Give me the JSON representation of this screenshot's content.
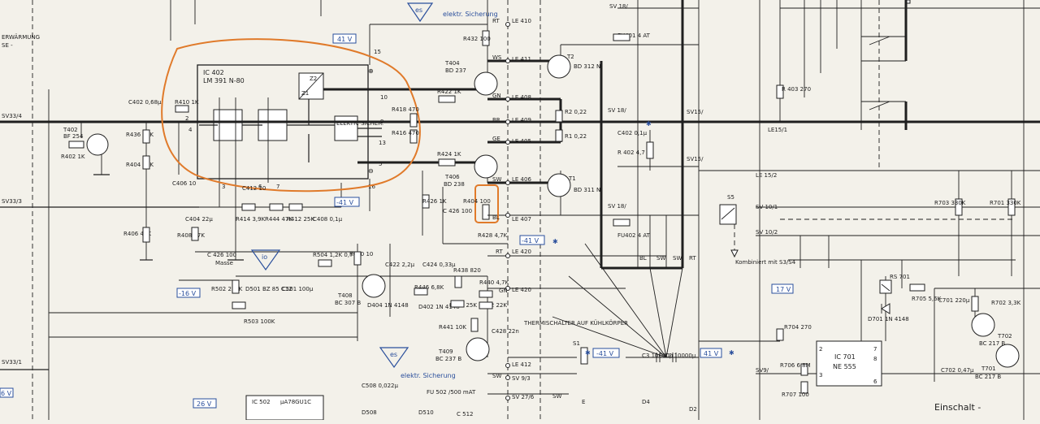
{
  "ic402": {
    "ref": "IC 402",
    "type": "LM 391 N-80",
    "block": "ELEKTR. SICHER."
  },
  "ic701": {
    "ref": "IC 701",
    "type": "NE 555"
  },
  "ic502": {
    "ref": "IC 502",
    "type": "µA78GU1C"
  },
  "voltages": {
    "v41_top": "41 V",
    "v41_neg": "-41 V",
    "v41_mid": "-41 V",
    "v16": "-16 V",
    "v17": "17 V",
    "v41_bottom": "-41 V",
    "v41_pos": "41 V",
    "v26": "26 V",
    "v6": "6 V"
  },
  "triangles": {
    "es_top": "es",
    "io": "io",
    "es_bottom": "es"
  },
  "notes": {
    "elektr_sicherung_top": "elektr. Sicherung",
    "elektr_sicherung_bottom": "elektr. Sicherung",
    "thermo": "THERMISCHALTER AUF KÜHLKÖRPER",
    "einschalt": "Einschalt -",
    "kombiniert": "Kombiniert mit S3/S4",
    "erwarmung": "ERWÄRMUNG",
    "se": "SE -"
  },
  "connectors": {
    "sv33_4": "SV33/4",
    "sv33_3": "SV33/3",
    "sv33_1": "SV33/1",
    "sv18_top": "SV 18/",
    "sv18_mid": "SV 18/",
    "sv18_bot": "SV 18/",
    "sv15_1": "SV15/",
    "sv15_2": "SV15/",
    "sv10_1": "SV 10/1",
    "sv10_2": "SV 10/2",
    "sv9_3": "SV 9/3",
    "sv27_6": "SV 27/6",
    "sv9": "SV9/"
  },
  "lines": {
    "le410": "LE 410",
    "le411": "LE 411",
    "le408": "LE 408",
    "le409": "LE 409",
    "le405": "LE 405",
    "le406": "LE 406",
    "le407": "LE 407",
    "le420a": "LE 420",
    "le420b": "LE 420",
    "le412": "LE 412",
    "le15_1": "LE15/1",
    "le15_2": "LE 15/2"
  },
  "wires": {
    "rt": "RT",
    "ws": "WS",
    "gn": "GN",
    "br": "BR",
    "ge": "GE",
    "sw": "SW",
    "bl": "BL"
  },
  "transistors": {
    "t402": {
      "ref": "T402",
      "type": "BF 254"
    },
    "t404": {
      "ref": "T404",
      "type": "BD 237"
    },
    "t406": {
      "ref": "T406",
      "type": "BD 238"
    },
    "t2": {
      "ref": "T2",
      "type": "BD 312 N"
    },
    "t1": {
      "ref": "T1",
      "type": "BD 311 N"
    },
    "t408": {
      "ref": "T408",
      "type": "BC 307 B"
    },
    "t409": {
      "ref": "T409",
      "type": "BC 237 B"
    },
    "t701": {
      "ref": "T701",
      "type": "BC 217 B"
    },
    "t702": {
      "ref": "T702",
      "type": "BC 217 B"
    }
  },
  "resistors": {
    "r410": "R410 1K",
    "r436": "R436 47K",
    "r404": "R404 47K",
    "r402": "R402 1K",
    "r432": "R432 100",
    "r422": "R422 1K",
    "r418": "R418 470",
    "r416": "R416 470",
    "r424": "R424 1K",
    "r2": "R2 0,22",
    "r1": "R1 0,22",
    "r426": "R426 1K",
    "r404b": "R404 100",
    "r428": "R428 4,7K",
    "r414": "R414 3,9K",
    "r444": "R444 47K",
    "r412": "R412 25K",
    "r408": "R408 47K",
    "r406": "R406 47K",
    "r504": "R504 1,2K 0,7W",
    "r420": "R420 10",
    "r446": "R446 6,8K",
    "r438": "R438 820",
    "r440": "R440 4,7K",
    "r430": "R430 25K",
    "r442": "R442 22K",
    "r441": "R441 10K",
    "r502": "R502 270K",
    "r503": "R503 100K",
    "r402b": "R 402 4,7",
    "r403": "R 403 270",
    "r703": "R703 330K",
    "r701": "R701 330K",
    "r704": "R704 270",
    "r705": "R705 5,6K",
    "r706": "R706 6,8M",
    "r707": "R707 100",
    "r702": "R702 3,3K"
  },
  "capacitors": {
    "c402": "C402 0,68µ",
    "c406": "C406 10",
    "c412": "C412 10",
    "c404": "C404 22µ",
    "c408": "C408 0,1µ",
    "c426": "C 426 100",
    "c424": "C424 0,33µ",
    "c422": "C422 2,2µ",
    "c428": "C428 22n",
    "c501": "C501 100µ",
    "c402b": "C402 0,1µ",
    "c508": "C508 0,022µ",
    "c3": "C3 10000µ",
    "c2": "C2 10000µ",
    "c701": "C701 220µ",
    "c702": "C702 0,47µ",
    "c426b": "C 426 100",
    "c512": "C 512"
  },
  "diodes": {
    "d501": "D501 BZ 85 C12",
    "d404": "D404 1N 4148",
    "d402": "D402 1N 4148",
    "d701": "D701 1N 4148",
    "d4": "D4",
    "d2": "D2",
    "d508": "D508",
    "d510": "D510"
  },
  "fuses": {
    "fu401": "FU401 4 AT",
    "fu402": "FU402 4 AT",
    "fu502": "FU 502 /500 mAT"
  },
  "misc": {
    "rs701": "RS 701",
    "s5": "S5",
    "s1": "S1",
    "bl": "BL",
    "sw": "SW",
    "rt": "RT",
    "e": "E",
    "masse": "Masse"
  },
  "colors": {
    "line": "#1f1f1f",
    "blue": "#2a4f9c",
    "orange": "#e07a2a",
    "paper": "#f3f1ea"
  }
}
